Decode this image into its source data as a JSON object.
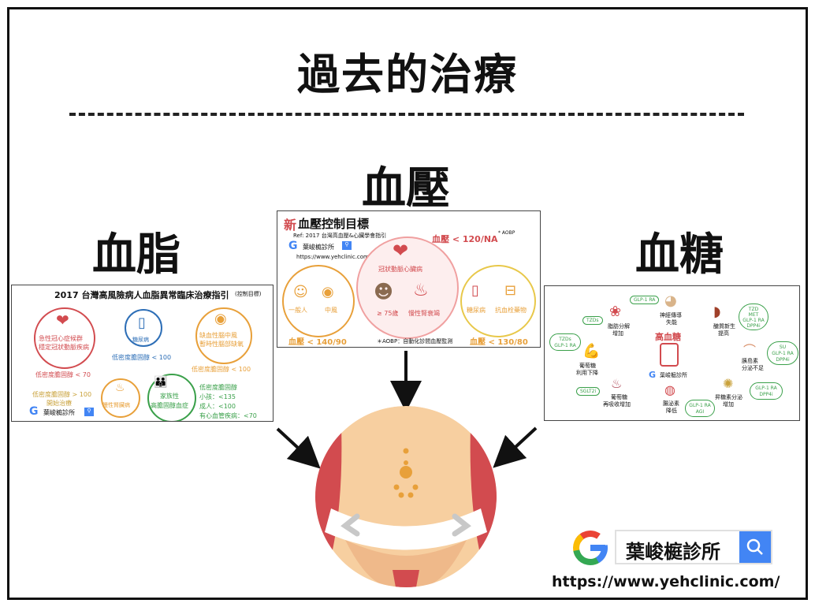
{
  "title": "過去的治療",
  "sections": {
    "lipid": "血脂",
    "bp": "血壓",
    "sugar": "血糖"
  },
  "lipid_panel": {
    "header": "2017 台灣高風險病人血脂異常臨床治療指引",
    "header_note": "(控制目標)",
    "acs": "急性冠心症候群",
    "cad": "穩定冠狀動脈疾病",
    "dm": "糖尿病",
    "dm_goal": "低密度膽固醇 < 100",
    "stroke1": "缺血性腦中風",
    "stroke2": "暫時性腦部缺氧",
    "acs_goal": "低密度膽固醇 < 70",
    "stroke_goal": "低密度膽固醇 < 100",
    "start1": "低密度膽固醇 > 100",
    "start2": "開始治療",
    "ckd": "慢性腎臟病",
    "fh1": "家族性",
    "fh2": "高膽固醇血症",
    "fh_goal_title": "低密度膽固醇",
    "fh_child": "小孩：<135",
    "fh_adult": "成人：<100",
    "fh_cvd": "有心血管疾病：<70",
    "clinic": "葉峻榳診所"
  },
  "bp_panel": {
    "title_new": "新",
    "title_rest": "血壓控制目標",
    "ref": "Ref: 2017 台灣高血壓&心臟學會指引",
    "clinic": "葉峻榳診所",
    "url": "https://www.yehclinic.com/",
    "goal_top": "血壓 < 120/NA",
    "aobp": "* AOBP",
    "cad": "冠狀動脈心臟病",
    "general": "一般人",
    "stroke": "中風",
    "age": "≥ 75歲",
    "ckd": "慢性腎衰竭",
    "dm": "糖尿病",
    "anticoag": "抗血栓藥物",
    "goal_left": "血壓 < 140/90",
    "aobp_note": "＊AOBP：自動化診間血壓監測",
    "goal_right": "血壓 < 130/80"
  },
  "sugar_panel": {
    "center": "高血糖",
    "glp_top": "GLP-1 RA",
    "brain": "神經傳導",
    "brain2": "失能",
    "tzd_fat": "TZDs",
    "fat1": "脂肪分解",
    "fat2": "增加",
    "liver_drugs": [
      "TZD",
      "MET",
      "GLP-1 RA",
      "DPP4i"
    ],
    "liver1": "醣質新生",
    "liver2": "提高",
    "tzd_glp": "TZDs",
    "tzd_glp2": "GLP-1 RA",
    "muscle1": "葡萄糖",
    "muscle2": "利用下降",
    "pancreas_drugs": [
      "SU",
      "GLP-1 RA",
      "DPP4i"
    ],
    "pancreas1": "胰島素",
    "pancreas2": "分泌不足",
    "sglt2": "SGLT2i",
    "kidney1": "葡萄糖",
    "kidney2": "再吸收增加",
    "gut1": "腸泌素",
    "gut2": "降低",
    "gut_drugs": [
      "GLP-1 RA",
      "AGI"
    ],
    "glucagon1": "昇糖素分泌",
    "glucagon2": "增加",
    "glucagon_drugs": [
      "GLP-1 RA",
      "DPP4i"
    ],
    "clinic": "葉峻榳診所"
  },
  "brand": {
    "name": "葉峻榳診所",
    "url": "https://www.yehclinic.com/"
  },
  "colors": {
    "red": "#d24b4f",
    "skin": "#f7cfa0",
    "skin_dark": "#efb98a",
    "orange": "#e8a03a",
    "green": "#3aa04a",
    "blue": "#2e6fb7"
  }
}
